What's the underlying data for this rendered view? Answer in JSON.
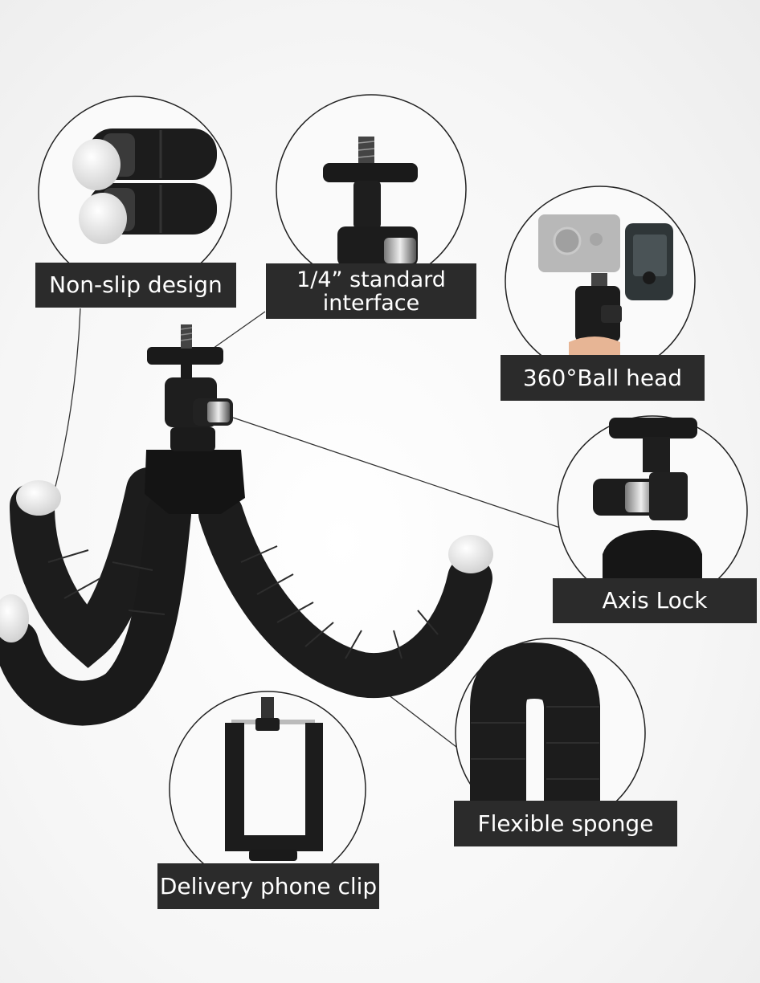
{
  "labels": {
    "non_slip": "Non-slip design",
    "interface": "1/4” standard\ninterface",
    "ball_head": "360°Ball head",
    "axis_lock": "Axis Lock",
    "sponge": "Flexible sponge",
    "phone_clip": "Delivery phone clip"
  },
  "colors": {
    "label_bg": "#2b2b2b",
    "label_text": "#ffffff",
    "foam": "#1c1c1c",
    "rubber_tip": "#f2f2f2",
    "callout_line": "#333333"
  }
}
